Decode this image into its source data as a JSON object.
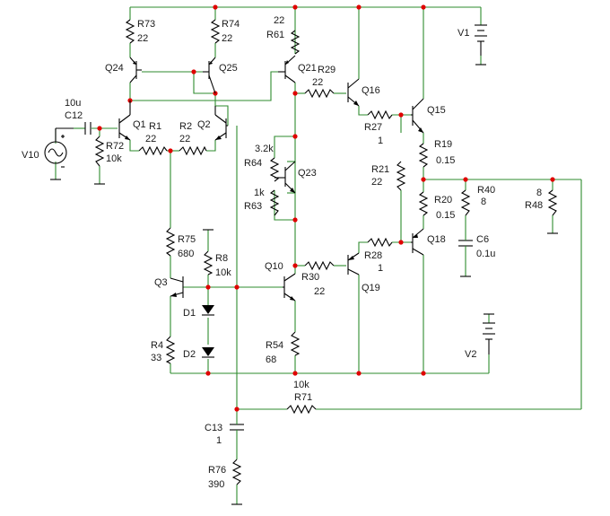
{
  "labels": {
    "R73": "R73",
    "R73v": "22",
    "R74": "R74",
    "R74v": "22",
    "R61v": "22",
    "R61": "R61",
    "V1": "V1",
    "Q24": "Q24",
    "Q25": "Q25",
    "Q21": "Q21",
    "R29": "R29",
    "R29v": "22",
    "Q16": "Q16",
    "Q15": "Q15",
    "C12v": "10u",
    "C12": "C12",
    "Q1": "Q1",
    "R1": "R1",
    "R1v": "22",
    "R2": "R2",
    "R2v": "22",
    "Q2": "Q2",
    "R27": "R27",
    "R27v": "1",
    "V10": "V10",
    "R72": "R72",
    "R72v": "10k",
    "R64v": "3.2k",
    "R64": "R64",
    "Q23": "Q23",
    "R21": "R21",
    "R21v": "22",
    "R19": "R19",
    "R19v": "0.15",
    "R63v": "1k",
    "R63": "R63",
    "R40": "R40",
    "R40v": "8",
    "R48v": "8",
    "R48": "R48",
    "R20": "R20",
    "R20v": "0.15",
    "R75": "R75",
    "R75v": "680",
    "C6": "C6",
    "C6v": "0.1u",
    "Q18": "Q18",
    "R8": "R8",
    "R8v": "10k",
    "R28": "R28",
    "R28v": "1",
    "Q10": "Q10",
    "Q3": "Q3",
    "R30": "R30",
    "R30v": "22",
    "Q19": "Q19",
    "D1": "D1",
    "D2": "D2",
    "R4": "R4",
    "R4v": "33",
    "R54": "R54",
    "R54v": "68",
    "V2": "V2",
    "R71v": "10k",
    "R71": "R71",
    "C13": "C13",
    "C13v": "1",
    "R76": "R76",
    "R76v": "390"
  }
}
